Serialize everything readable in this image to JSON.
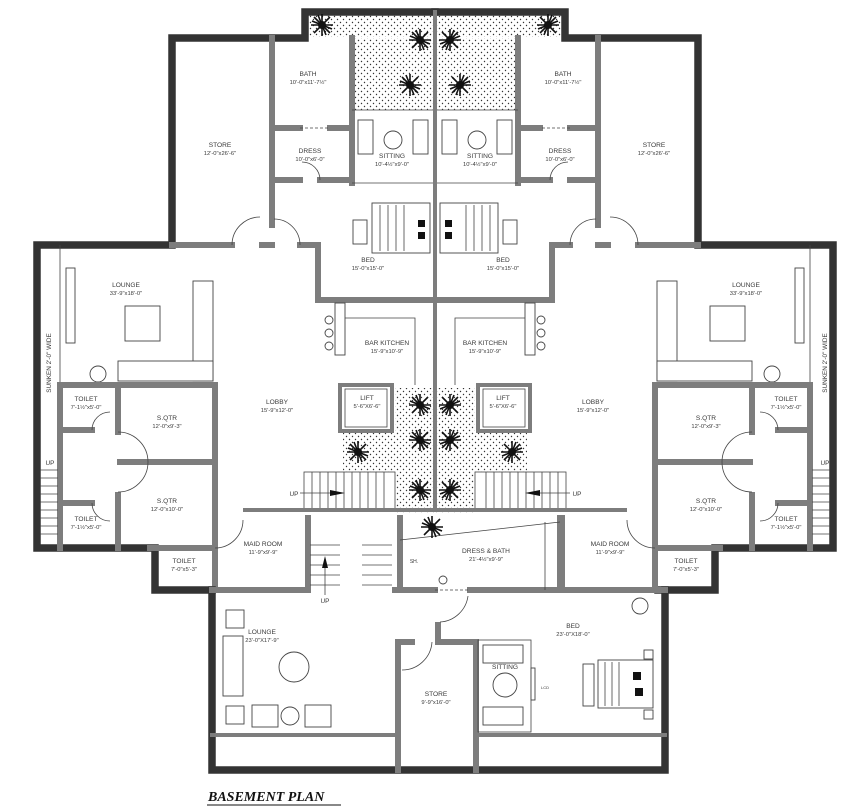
{
  "title": "BASEMENT PLAN",
  "colors": {
    "wall": "#7d7d7d",
    "line": "#444444",
    "text": "#3a3a3a"
  },
  "rooms": [
    {
      "name": "BATH",
      "size": "10'-0\"x11'-7½\""
    },
    {
      "name": "BATH",
      "size": "10'-0\"x11'-7½\""
    },
    {
      "name": "STORE",
      "size": "12'-0\"x26'-6\""
    },
    {
      "name": "STORE",
      "size": "12'-0\"x26'-6\""
    },
    {
      "name": "DRESS",
      "size": "10'-0\"x6'-0\""
    },
    {
      "name": "DRESS",
      "size": "10'-0\"x6'-0\""
    },
    {
      "name": "SITTING",
      "size": "10'-4½\"x9'-0\""
    },
    {
      "name": "SITTING",
      "size": "10'-4½\"x9'-0\""
    },
    {
      "name": "BED",
      "size": "15'-0\"x15'-0\""
    },
    {
      "name": "BED",
      "size": "15'-0\"x15'-0\""
    },
    {
      "name": "LOUNGE",
      "size": "33'-9\"x18'-0\""
    },
    {
      "name": "LOUNGE",
      "size": "33'-9\"x18'-0\""
    },
    {
      "name": "BAR KITCHEN",
      "size": "15'-9\"x10'-9\""
    },
    {
      "name": "BAR KITCHEN",
      "size": "15'-9\"x10'-9\""
    },
    {
      "name": "LIFT",
      "size": "5'-6\"X6'-6\""
    },
    {
      "name": "LIFT",
      "size": "5'-6\"X6'-6\""
    },
    {
      "name": "LOBBY",
      "size": "15'-9\"x12'-0\""
    },
    {
      "name": "LOBBY",
      "size": "15'-9\"x12'-0\""
    },
    {
      "name": "S.QTR",
      "size": "12'-0\"x9'-3\""
    },
    {
      "name": "S.QTR",
      "size": "12'-0\"x9'-3\""
    },
    {
      "name": "S.QTR",
      "size": "12'-0\"x10'-0\""
    },
    {
      "name": "S.QTR",
      "size": "12'-0\"x10'-0\""
    },
    {
      "name": "TOILET",
      "size": "7'-1½\"x5'-0\""
    },
    {
      "name": "TOILET",
      "size": "7'-1½\"x5'-0\""
    },
    {
      "name": "TOILET",
      "size": "7'-1½\"x5'-0\""
    },
    {
      "name": "TOILET",
      "size": "7'-1½\"x5'-0\""
    },
    {
      "name": "MAID ROOM",
      "size": "11'-9\"x9'-9\""
    },
    {
      "name": "MAID ROOM",
      "size": "11'-9\"x9'-9\""
    },
    {
      "name": "TOILET",
      "size": "7'-0\"x5'-3\""
    },
    {
      "name": "TOILET",
      "size": "7'-0\"x5'-3\""
    },
    {
      "name": "DRESS & BATH",
      "size": "21'-4½\"x9'-9\""
    },
    {
      "name": "LOUNGE",
      "size": "23'-0\"X17'-9\""
    },
    {
      "name": "STORE",
      "size": "9'-9\"x16'-0\""
    },
    {
      "name": "SITTING",
      "size": ""
    },
    {
      "name": "BED",
      "size": "23'-0\"X18'-0\""
    }
  ],
  "notes": {
    "sunken": "SUNKEN 2'-0\" WIDE",
    "up": "UP",
    "shower": "SH.",
    "tv": "LCD"
  }
}
